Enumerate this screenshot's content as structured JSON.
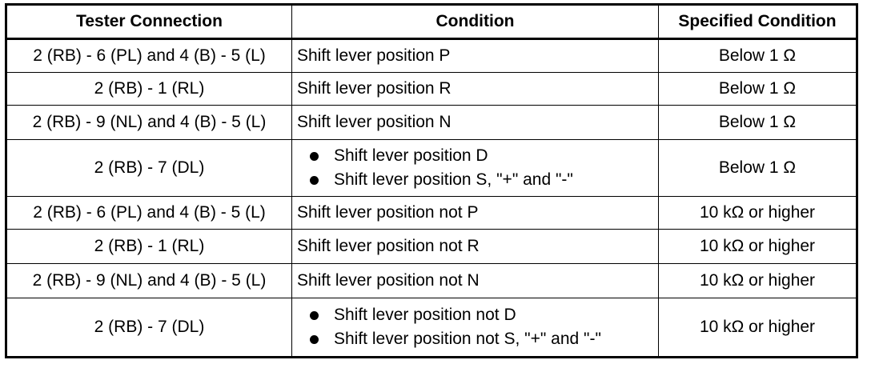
{
  "table": {
    "headers": [
      "Tester Connection",
      "Condition",
      "Specified Condition"
    ],
    "rows": [
      {
        "tester": "2 (RB) - 6 (PL) and 4 (B) - 5 (L)",
        "condition": "Shift lever position P",
        "spec": "Below 1 Ω"
      },
      {
        "tester": "2 (RB) - 1 (RL)",
        "condition": "Shift lever position R",
        "spec": "Below 1 Ω"
      },
      {
        "tester": "2 (RB) - 9 (NL) and 4 (B) - 5 (L)",
        "condition": "Shift lever position N",
        "spec": "Below 1 Ω"
      },
      {
        "tester": "2 (RB) - 7 (DL)",
        "conditions": [
          "Shift lever position D",
          "Shift lever position S, \"+\" and \"-\""
        ],
        "spec": "Below 1 Ω"
      },
      {
        "tester": "2 (RB) - 6 (PL) and 4 (B) - 5 (L)",
        "condition": "Shift lever position not P",
        "spec": "10 kΩ or higher"
      },
      {
        "tester": "2 (RB) - 1 (RL)",
        "condition": "Shift lever position not R",
        "spec": "10 kΩ or higher"
      },
      {
        "tester": "2 (RB) - 9 (NL) and 4 (B) - 5 (L)",
        "condition": "Shift lever position not N",
        "spec": "10 kΩ or higher"
      },
      {
        "tester": "2 (RB) - 7 (DL)",
        "conditions": [
          "Shift lever position not D",
          "Shift lever position not S, \"+\" and \"-\""
        ],
        "spec": "10 kΩ or higher"
      }
    ]
  }
}
